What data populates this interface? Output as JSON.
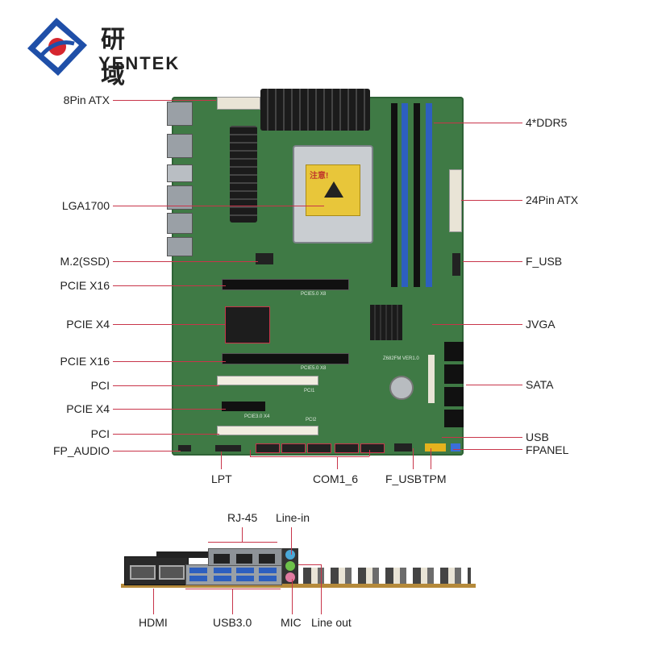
{
  "brand": {
    "name_cn": "研 域",
    "name_en": "YENTEK",
    "colors": {
      "logo_blue": "#1f4fa8",
      "text": "#222222",
      "pcb": "#3f7a45",
      "leader": "#c8354a"
    }
  },
  "board": {
    "silk_labels": [
      "PCIE5.0 X8",
      "PCIE5.0 X8",
      "PCI1",
      "PCI2",
      "PCIE3.0 X4",
      "Z682FM VER1.0"
    ],
    "cpu_sticker": "注意!"
  },
  "left_labels": [
    "8Pin ATX",
    "LGA1700",
    "M.2(SSD)",
    "PCIE X16",
    "PCIE X4",
    "PCIE X16",
    "PCI",
    "PCIE X4",
    "PCI",
    "FP_AUDIO"
  ],
  "right_labels": [
    "4*DDR5",
    "24Pin ATX",
    "F_USB",
    "JVGA",
    "SATA",
    "USB",
    "FPANEL"
  ],
  "bottom_labels": [
    "LPT",
    "COM1_6",
    "F_USB",
    "TPM"
  ],
  "io_labels": {
    "top": [
      "RJ-45",
      "Line-in"
    ],
    "bottom": [
      "HDMI",
      "USB3.0",
      "MIC",
      "Line out"
    ]
  }
}
